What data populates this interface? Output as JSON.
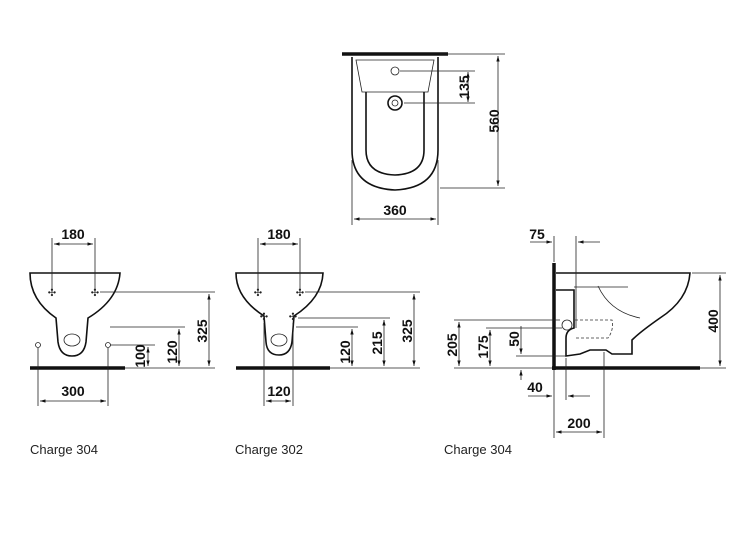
{
  "top_view": {
    "depth": "560",
    "width": "360",
    "hole_offset": "135"
  },
  "front_view_a": {
    "hole_spacing": "180",
    "height_top": "325",
    "height_mid": "120",
    "height_low": "100",
    "base_width": "300",
    "caption": "Charge 304"
  },
  "front_view_b": {
    "hole_spacing": "180",
    "height_top": "325",
    "height_mid": "215",
    "height_low": "120",
    "base_width": "120",
    "caption": "Charge 302"
  },
  "side_view": {
    "top_offset": "75",
    "height_total": "400",
    "height_a": "205",
    "height_b": "175",
    "height_c": "50",
    "offset_40": "40",
    "depth_200": "200",
    "caption": "Charge 304"
  }
}
